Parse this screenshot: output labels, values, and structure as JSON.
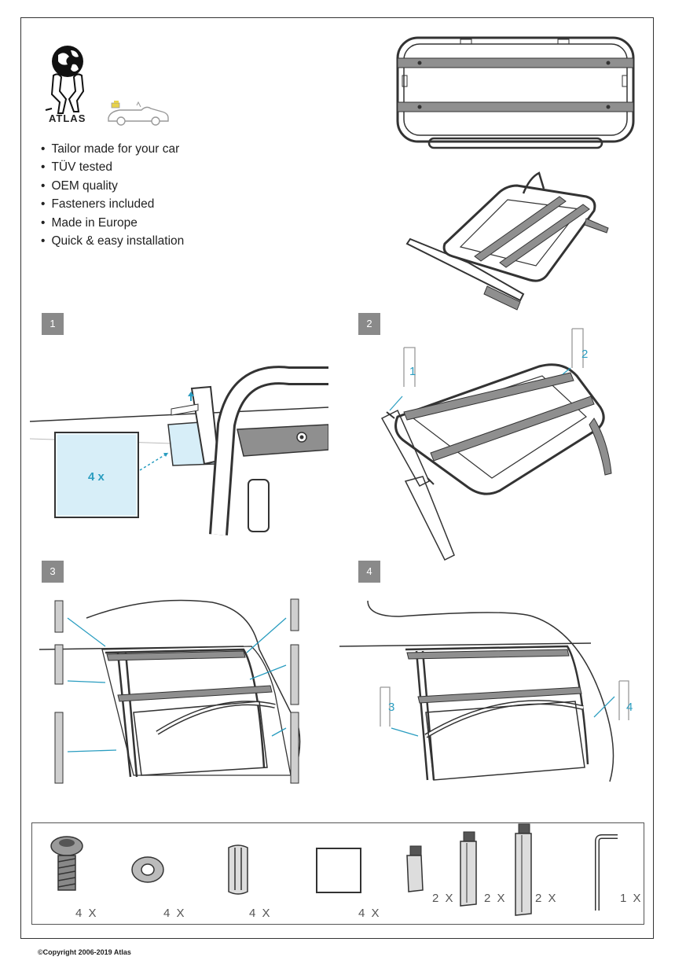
{
  "brand": {
    "name": "ATLAS"
  },
  "features": [
    "Tailor made for your car",
    "TÜV tested",
    "OEM quality",
    "Fasteners included",
    "Made in Europe",
    "Quick & easy installation"
  ],
  "steps": [
    {
      "number": "1"
    },
    {
      "number": "2"
    },
    {
      "number": "3"
    },
    {
      "number": "4"
    }
  ],
  "step1": {
    "quantity_label": "4 x"
  },
  "step2": {
    "callout_1": "1",
    "callout_2": "2"
  },
  "step4": {
    "callout_3": "3",
    "callout_4": "4"
  },
  "parts": [
    {
      "icon": "bolt-icon",
      "quantity": "4 X"
    },
    {
      "icon": "washer-icon",
      "quantity": "4 X"
    },
    {
      "icon": "bracket-icon",
      "quantity": "4 X"
    },
    {
      "icon": "pad-icon",
      "quantity": "4 X"
    },
    {
      "icon": "small-clamp-icon",
      "quantity": "2 X"
    },
    {
      "icon": "medium-clamp-icon",
      "quantity": "2 X"
    },
    {
      "icon": "long-clamp-icon",
      "quantity": "2 X"
    },
    {
      "icon": "hex-key-icon",
      "quantity": "1 X"
    }
  ],
  "copyright": "©Copyright 2006-2019 Atlas",
  "colors": {
    "accent": "#2a9dc0",
    "badge": "#8a8a8a",
    "rack_bar": "#8f8f8f"
  }
}
